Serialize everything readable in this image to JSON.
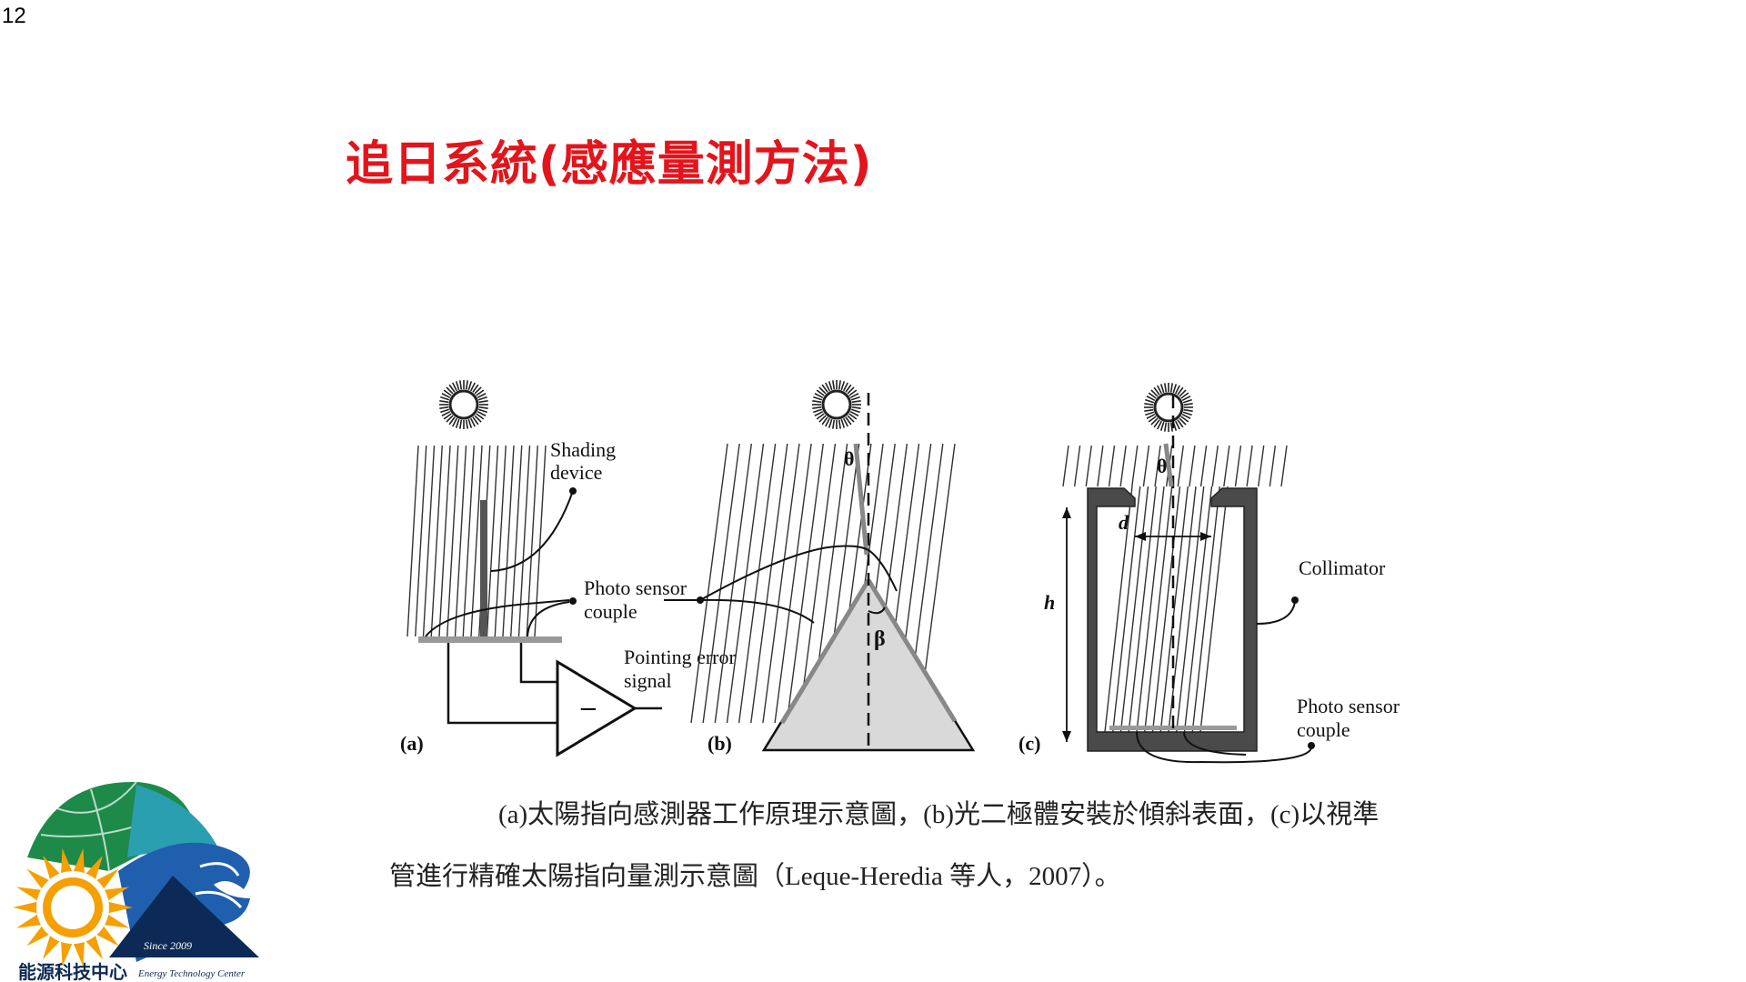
{
  "page_number": "12",
  "title": "追日系統(感應量測方法)",
  "figure": {
    "panel_a": {
      "tag": "(a)",
      "shading_line1": "Shading",
      "shading_line2": "device",
      "photo_line1": "Photo sensor",
      "photo_line2": "couple",
      "pointing_line1": "Pointing error",
      "pointing_line2": "signal",
      "minus_sign": "−"
    },
    "panel_b": {
      "tag": "(b)",
      "theta": "θ",
      "beta": "β"
    },
    "panel_c": {
      "tag": "(c)",
      "theta": "θ",
      "d": "d",
      "h": "h",
      "collimator": "Collimator",
      "photo_line1": "Photo sensor",
      "photo_line2": "couple"
    }
  },
  "caption": {
    "line1": "(a)太陽指向感測器工作原理示意圖，(b)光二極體安裝於傾斜表面，(c)以視準",
    "line2": "管進行精確太陽指向量測示意圖（Leque-Heredia 等人，2007）。"
  },
  "logo": {
    "since": "Since 2009",
    "name_zh": "能源科技中心",
    "name_en": "Energy Technology Center",
    "colors": {
      "green": "#1e8a4a",
      "teal": "#2a9fb0",
      "blue": "#1f5fae",
      "sun": "#f5a000",
      "navy": "#0c2a55"
    }
  }
}
